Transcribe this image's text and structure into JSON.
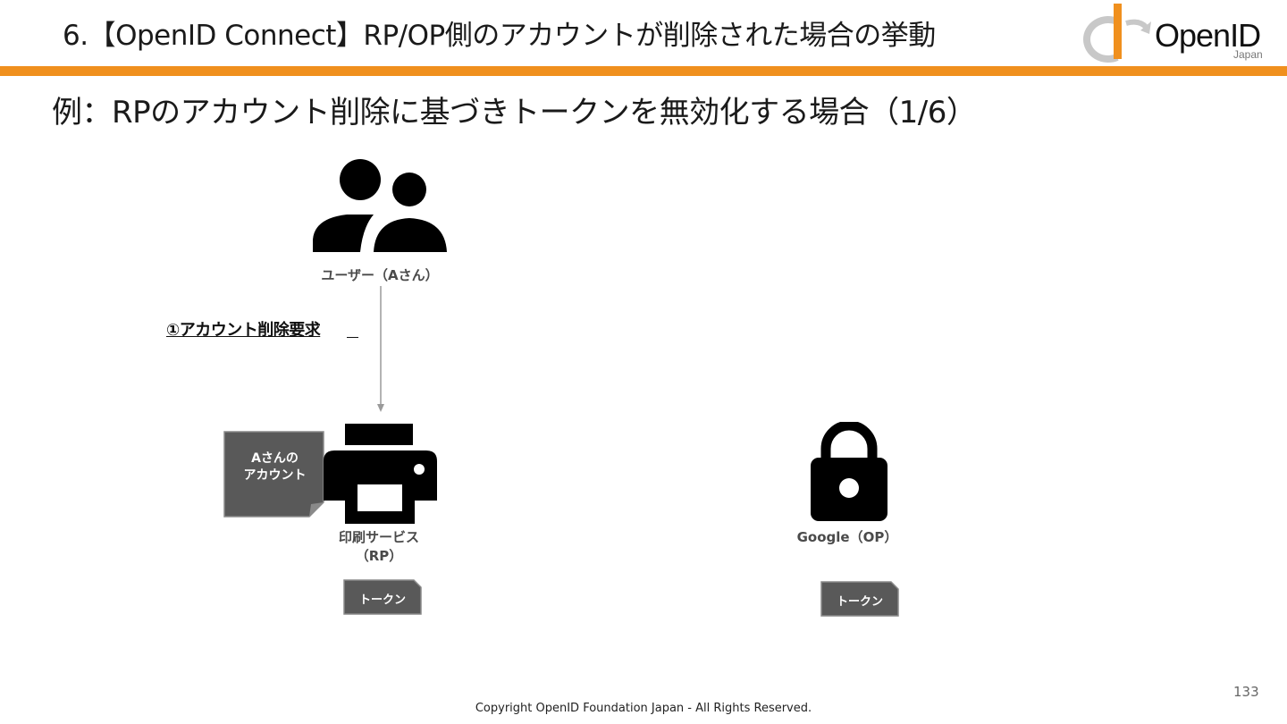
{
  "header": {
    "title": "6.【OpenID Connect】RP/OP側のアカウントが削除された場合の挙動",
    "accent_color": "#f0901e",
    "logo": {
      "text": "OpenID",
      "sub": "Japan"
    }
  },
  "slide": {
    "subtitle": "例：RPのアカウント削除に基づきトークンを無効化する場合（1/6）"
  },
  "diagram": {
    "user_label": "ユーザー（Aさん）",
    "step_label": "①アカウント削除要求",
    "account_doc": {
      "line1": "Aさんの",
      "line2": "アカウント"
    },
    "rp_label_line1": "印刷サービス",
    "rp_label_line2": "（RP）",
    "op_label": "Google（OP）",
    "rp_token": "トークン",
    "op_token": "トークン",
    "icons": [
      "users-icon",
      "printer-icon",
      "lock-icon"
    ],
    "doc_color": "#595959"
  },
  "footer": {
    "copyright": "Copyright OpenID Foundation Japan - All Rights Reserved.",
    "page_number": "133"
  }
}
